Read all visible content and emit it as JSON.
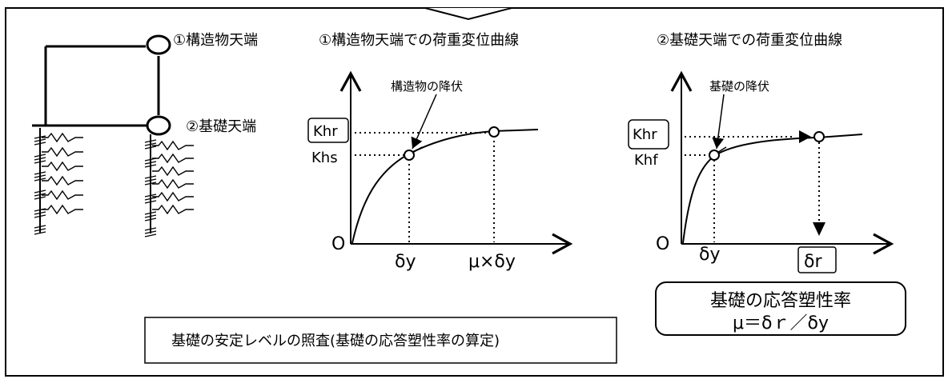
{
  "labels": {
    "node1": "①構造物天端",
    "node2": "②基礎天端",
    "title_left": "①構造物天端での荷重変位曲線",
    "title_right": "②基礎天端での荷重変位曲線",
    "anno_left": "構造物の降伏",
    "anno_right": "基礎の降伏",
    "khr_left": "Khr",
    "khs": "Khs",
    "khr_right": "Khr",
    "khf": "Khf",
    "origin_left": "O",
    "origin_right": "O",
    "dy_left": "δy",
    "mu_dy": "μ×δy",
    "dy_right": "δy",
    "dr": "δr",
    "ratio_title": "基礎の応答塑性率",
    "ratio_formula": "μ＝δｒ／δy",
    "bottom_caption": "基礎の安定レベルの照査(基礎の応答塑性率の算定)"
  }
}
